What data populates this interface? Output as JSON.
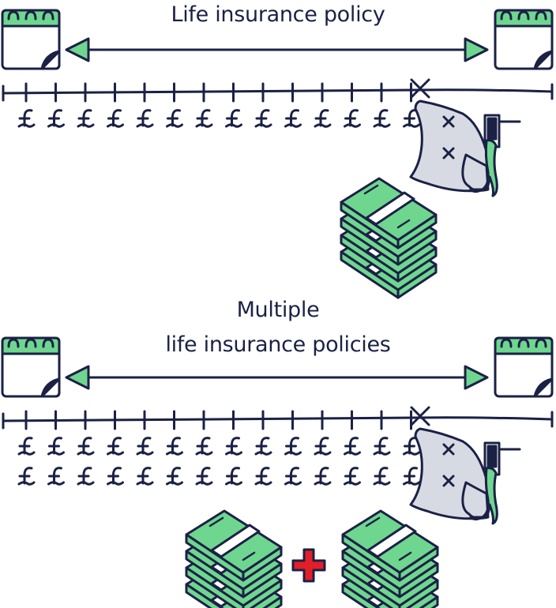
{
  "panels": [
    {
      "title_lines": [
        "Life insurance policy"
      ],
      "currency_symbol": "£",
      "payment_rows": 1,
      "payments_per_row": 14,
      "payout_stacks": 1
    },
    {
      "title_lines": [
        "Multiple",
        "life insurance policies"
      ],
      "currency_symbol": "£",
      "payment_rows": 2,
      "payments_per_row": 14,
      "payout_stacks": 2,
      "plus_sign": "+"
    }
  ],
  "colors": {
    "ink": "#1b2145",
    "green": "#6fd68f",
    "green_light": "#a8e6b8",
    "grey_bag": "#d7dae3",
    "red_plus": "#e41e26",
    "paper": "#ffffff"
  },
  "icons": [
    "calendar-icon",
    "double-arrow-icon",
    "pound-icon",
    "body-bag-icon",
    "cash-stack-icon",
    "plus-icon"
  ]
}
